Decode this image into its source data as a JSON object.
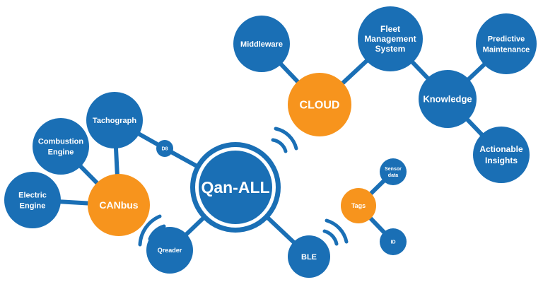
{
  "colors": {
    "blue": "#1a6fb5",
    "orange": "#f7941d",
    "line": "#1a6fb5",
    "white": "#ffffff"
  },
  "nodes": {
    "middleware": [
      "Middleware"
    ],
    "fleet": [
      "Fleet",
      "Management",
      "System"
    ],
    "predictive": [
      "Predictive",
      "Maintenance"
    ],
    "cloud": [
      "CLOUD"
    ],
    "knowledge": [
      "Knowledge"
    ],
    "actionable": [
      "Actionable",
      "Insights"
    ],
    "tachograph": [
      "Tachograph"
    ],
    "combustion": [
      "Combustion",
      "Engine"
    ],
    "d8": [
      "D8"
    ],
    "qanall": [
      "Qan-ALL"
    ],
    "sensor": [
      "Sensor",
      "data"
    ],
    "electric": [
      "Electric",
      "Engine"
    ],
    "canbus": [
      "CANbus"
    ],
    "tags": [
      "Tags"
    ],
    "qreader": [
      "Qreader"
    ],
    "ble": [
      "BLE"
    ],
    "id": [
      "ID"
    ]
  },
  "icons": {
    "wireless": "wireless-signal-icon"
  }
}
